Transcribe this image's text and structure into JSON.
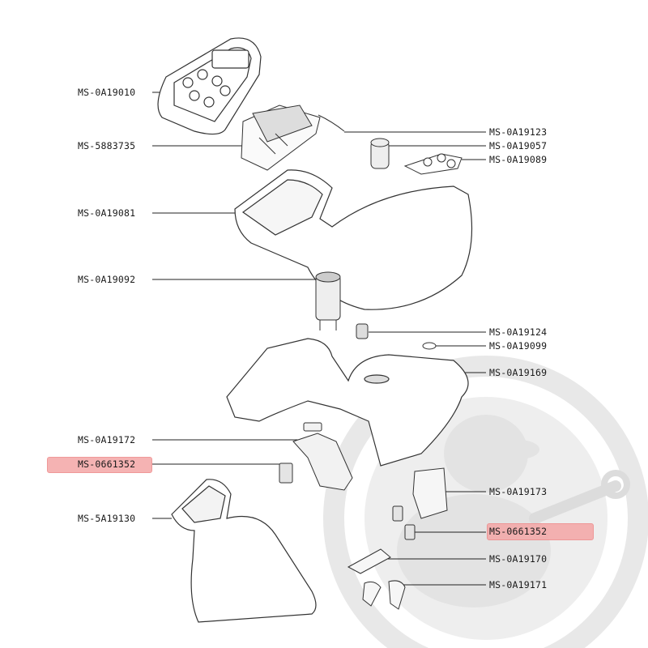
{
  "highlight_color": "#f4a6a6",
  "watermark_color": "#e6e6e6",
  "watermark_name": "mascot-watermark",
  "labels_left": [
    {
      "id": "l1",
      "text": "MS-0A19010"
    },
    {
      "id": "l2",
      "text": "MS-5883735"
    },
    {
      "id": "l3",
      "text": "MS-0A19081"
    },
    {
      "id": "l4",
      "text": "MS-0A19092"
    },
    {
      "id": "l5",
      "text": "MS-0A19172"
    },
    {
      "id": "l6",
      "text": "MS-0661352",
      "highlight": true
    },
    {
      "id": "l7",
      "text": "MS-5A19130"
    }
  ],
  "labels_right": [
    {
      "id": "r1",
      "text": "MS-0A19123"
    },
    {
      "id": "r2",
      "text": "MS-0A19057"
    },
    {
      "id": "r3",
      "text": "MS-0A19089"
    },
    {
      "id": "r4",
      "text": "MS-0A19124"
    },
    {
      "id": "r5",
      "text": "MS-0A19099"
    },
    {
      "id": "r6",
      "text": "MS-0A19169"
    },
    {
      "id": "r7",
      "text": "MS-0A19173"
    },
    {
      "id": "r8",
      "text": "MS-0661352",
      "highlight": true
    },
    {
      "id": "r9",
      "text": "MS-0A19170"
    },
    {
      "id": "r10",
      "text": "MS-0A19171"
    }
  ]
}
